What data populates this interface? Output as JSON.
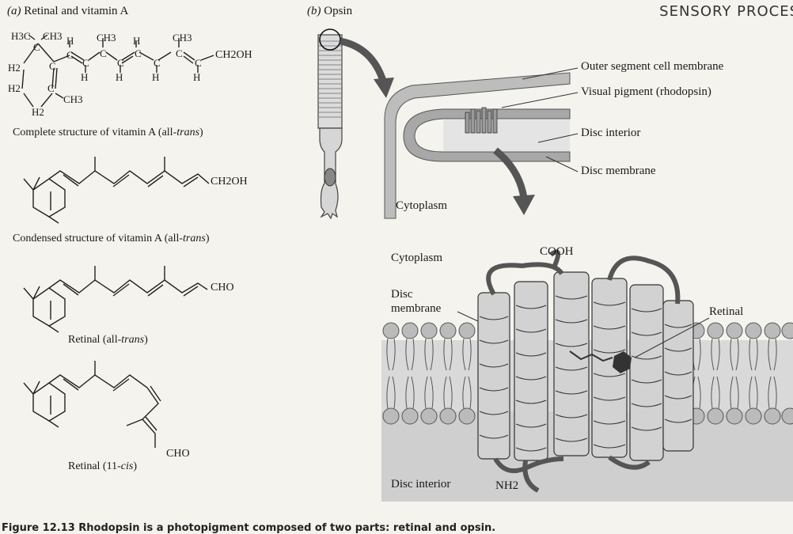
{
  "header": {
    "running_head": "SENSORY PROCES"
  },
  "panel_a": {
    "label_letter": "(a)",
    "title": "Retinal and vitamin A",
    "structures": [
      {
        "caption_pre": "Complete structure of vitamin A (all-",
        "caption_italic": "trans",
        "caption_post": ")"
      },
      {
        "caption_pre": "Condensed structure of vitamin A (all-",
        "caption_italic": "trans",
        "caption_post": ")"
      },
      {
        "caption_pre": "Retinal (all-",
        "caption_italic": "trans",
        "caption_post": ")"
      },
      {
        "caption_pre": "Retinal (11-",
        "caption_italic": "cis",
        "caption_post": ")"
      }
    ],
    "atoms": {
      "h3c": "H3C",
      "ch3_top1": "CH3",
      "ch3_top2": "CH3",
      "ch3_ring": "CH3",
      "h2_a": "H2",
      "h2_b": "H2",
      "h2_c": "H2",
      "c": "C",
      "h": "H",
      "ch2oh": "CH2OH",
      "cho": "CHO"
    }
  },
  "panel_b": {
    "label_letter": "(b)",
    "title": "Opsin",
    "labels": {
      "outer_membrane": "Outer segment cell membrane",
      "visual_pigment": "Visual pigment (rhodopsin)",
      "disc_interior": "Disc interior",
      "disc_membrane": "Disc membrane",
      "cytoplasm": "Cytoplasm"
    },
    "detail_labels": {
      "cytoplasm": "Cytoplasm",
      "cooh": "COOH",
      "disc_membrane_1": "Disc",
      "disc_membrane_2": "membrane",
      "retinal": "Retinal",
      "disc_interior": "Disc interior",
      "nh2": "NH2"
    }
  },
  "caption": "Figure 12.13  Rhodopsin is a photopigment composed of two parts: retinal and opsin."
}
